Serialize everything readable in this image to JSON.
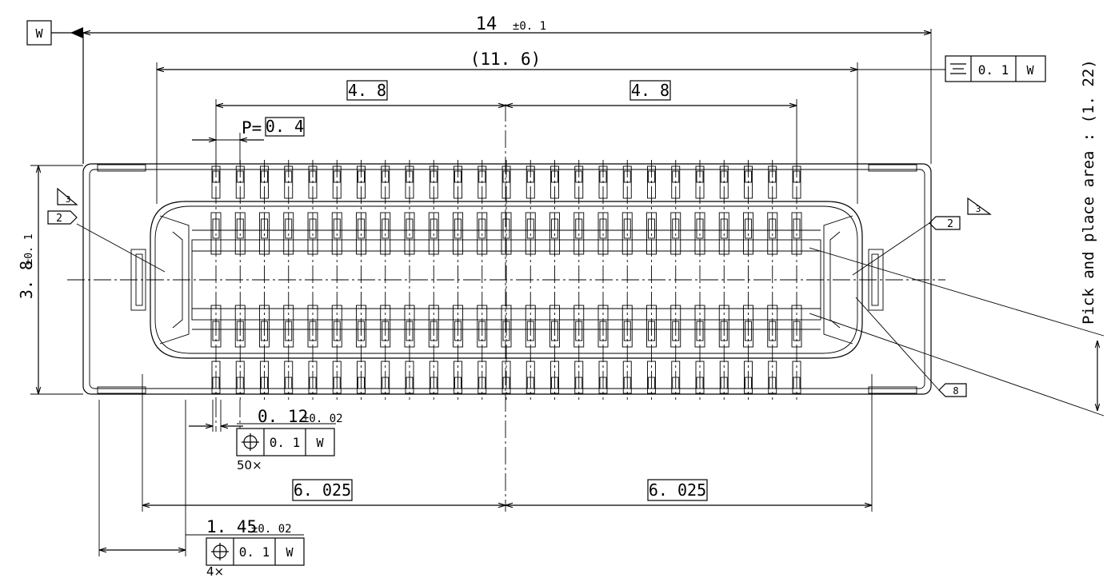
{
  "datum": {
    "label": "W"
  },
  "dims": {
    "overall_length": {
      "value": "14",
      "tol": "±0. 1"
    },
    "reference_length": {
      "value": "(11. 6)"
    },
    "half_span_left": {
      "value": "4. 8"
    },
    "half_span_right": {
      "value": "4. 8"
    },
    "pitch": {
      "prefix": "P=",
      "value": "0. 4"
    },
    "height": {
      "value": "3. 8",
      "tol": "±0. 1"
    },
    "pin_width": {
      "value": "0. 12",
      "tol": "±0. 02"
    },
    "offset_left": {
      "value": "6. 025"
    },
    "offset_right": {
      "value": "6. 025"
    },
    "post_offset": {
      "value": "1. 45",
      "tol": "±0. 02"
    }
  },
  "fcf": {
    "symmetry": {
      "symbol": "⌯",
      "tolerance": "0. 1",
      "datum": "W"
    },
    "pin_position": {
      "symbol": "⊕",
      "tolerance": "0. 1",
      "datum": "W",
      "qty": "50×"
    },
    "post_position": {
      "symbol": "⊕",
      "tolerance": "0. 1",
      "datum": "W",
      "qty": "4×"
    }
  },
  "notes": {
    "pick_area": "Pick and place area : (1. 22)",
    "flag_2_left": "2",
    "flag_2_right": "2",
    "flag_3_left": "3",
    "flag_3_right": "3",
    "flag_8": "8"
  },
  "pins": {
    "count_per_row": 25,
    "rows": 2
  }
}
